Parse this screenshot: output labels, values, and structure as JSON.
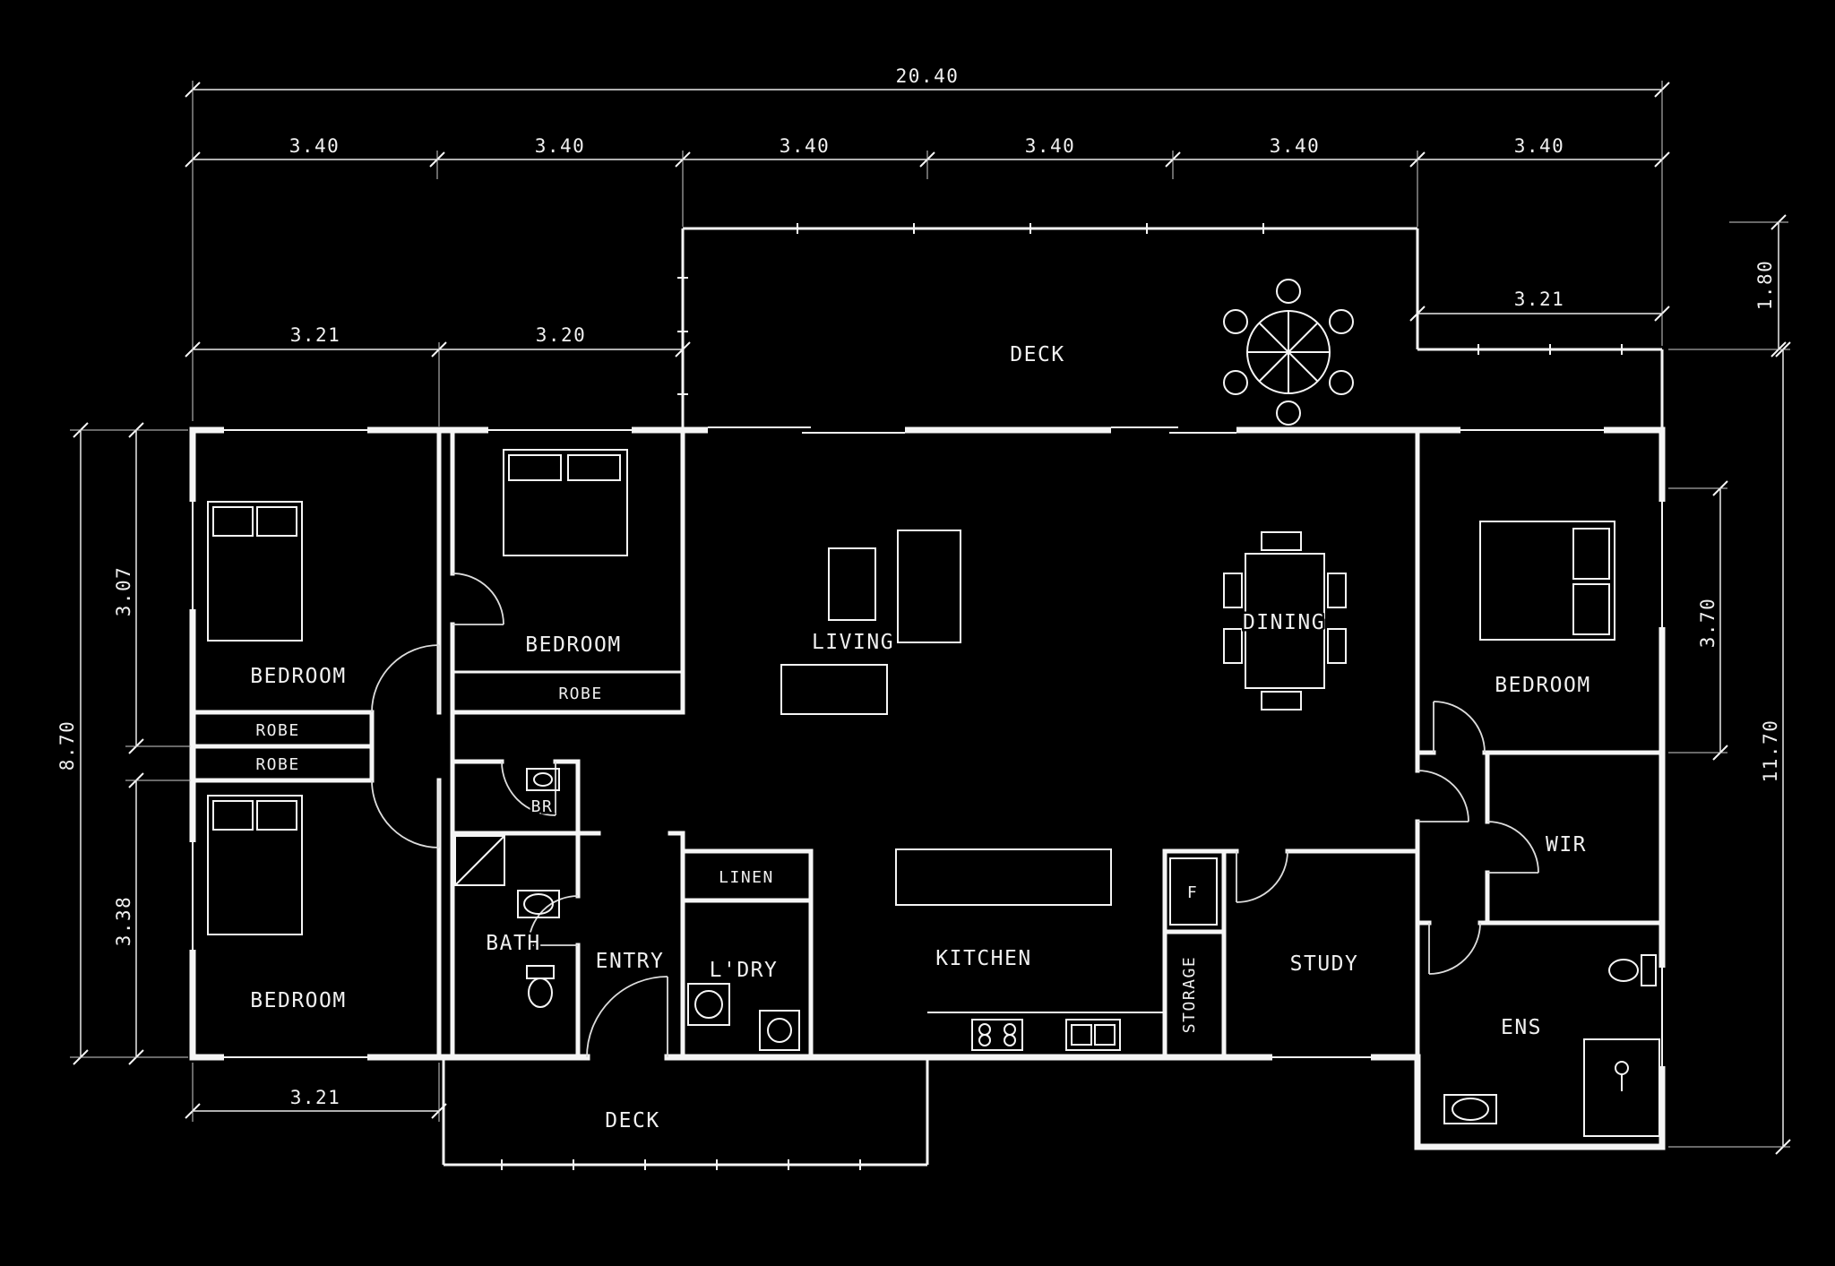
{
  "drawing": {
    "type": "architectural floor plan",
    "background": "#000000",
    "line_color": "#f5f5f5"
  },
  "dimensions": {
    "overall_width": "20.40",
    "top_segments": [
      "3.40",
      "3.40",
      "3.40",
      "3.40",
      "3.40",
      "3.40"
    ],
    "deck_right_width": "3.21",
    "deck_right_depth": "1.80",
    "left_upper_a": "3.21",
    "left_upper_b": "3.20",
    "left_overall": "8.70",
    "left_top_room": "3.07",
    "left_bottom_room": "3.38",
    "right_bedroom": "3.70",
    "right_overall": "11.70",
    "bottom_left": "3.21"
  },
  "rooms": {
    "bedroom_top_left": "BEDROOM",
    "bedroom_top_middle": "BEDROOM",
    "bedroom_bottom_left": "BEDROOM",
    "bedroom_right": "BEDROOM",
    "robe_middle": "ROBE",
    "robe_upper": "ROBE",
    "robe_lower": "ROBE",
    "bath": "BATH",
    "br": "BR",
    "entry": "ENTRY",
    "linen": "LINEN",
    "laundry": "L'DRY",
    "kitchen": "KITCHEN",
    "storage": "STORAGE",
    "fridge": "F",
    "study": "STUDY",
    "dining": "DINING",
    "living": "LIVING",
    "deck_top": "DECK",
    "deck_bottom": "DECK",
    "wir": "WIR",
    "ens": "ENS"
  }
}
